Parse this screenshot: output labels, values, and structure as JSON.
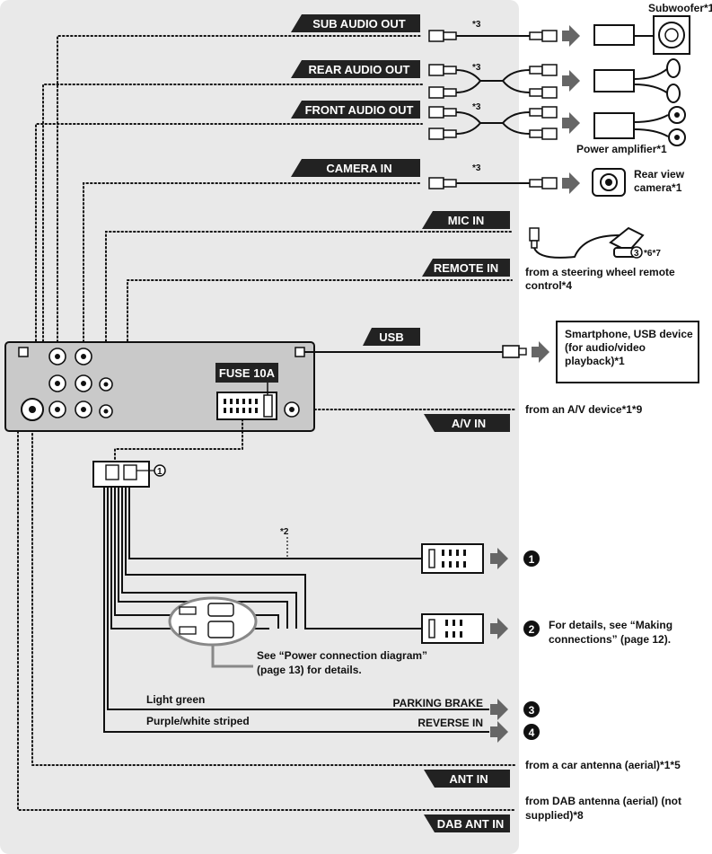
{
  "ports": {
    "sub_audio_out": "SUB AUDIO OUT",
    "rear_audio_out": "REAR AUDIO OUT",
    "front_audio_out": "FRONT AUDIO OUT",
    "camera_in": "CAMERA IN",
    "mic_in": "MIC IN",
    "remote_in": "REMOTE IN",
    "usb": "USB",
    "av_in": "A/V IN",
    "ant_in": "ANT IN",
    "dab_ant_in": "DAB ANT IN",
    "fuse": "FUSE 10A"
  },
  "devices": {
    "subwoofer": "Subwoofer*1",
    "power_amplifier": "Power amplifier*1",
    "rear_view_camera_1": "Rear view",
    "rear_view_camera_2": "camera*1",
    "mic_note": "*6*7",
    "steering_remote_1": "from a steering wheel remote",
    "steering_remote_2": "control*4",
    "smartphone_1": "Smartphone, USB device",
    "smartphone_2": "(for audio/video",
    "smartphone_3": "playback)*1",
    "av_device": "from an A/V device*1*9",
    "car_antenna": "from a car antenna (aerial)*1*5",
    "dab_antenna_1": "from DAB antenna (aerial) (not",
    "dab_antenna_2": "supplied)*8"
  },
  "notes": {
    "cable_note": "*3",
    "wire_note": "*2",
    "circle_1": "1",
    "circle_3": "3"
  },
  "connections": {
    "c1": "1",
    "c2": "2",
    "c3": "3",
    "c4": "4",
    "details_1": "For details, see “Making",
    "details_2": "connections” (page 12).",
    "power_diag_1": "See “Power connection diagram”",
    "power_diag_2": "(page 13) for details.",
    "light_green": "Light green",
    "parking_brake": "PARKING BRAKE",
    "purple_white": "Purple/white striped",
    "reverse_in": "REVERSE IN"
  }
}
